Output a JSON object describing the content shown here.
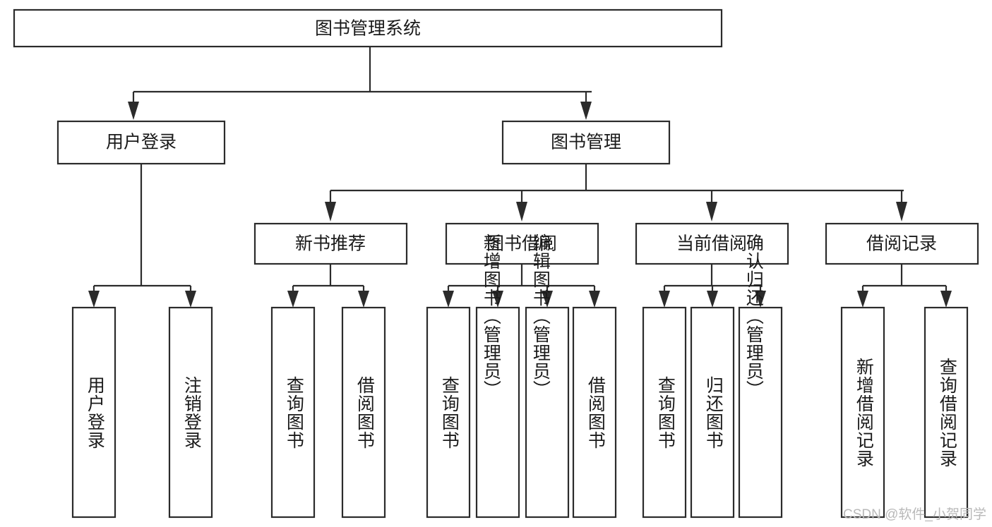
{
  "diagram": {
    "title": "图书管理系统",
    "type": "tree-hierarchy",
    "orientation": "top-down",
    "colors": {
      "box_fill": "#ffffff",
      "box_stroke": "#2b2b2b",
      "text": "#1a1a1a",
      "background": "#ffffff",
      "watermark": "#b9b9b9"
    },
    "root": {
      "label": "图书管理系统"
    },
    "level2": [
      {
        "label": "用户登录"
      },
      {
        "label": "图书管理"
      }
    ],
    "level3": [
      {
        "label": "新书推荐"
      },
      {
        "label": "图书借阅"
      },
      {
        "label": "当前借阅"
      },
      {
        "label": "借阅记录"
      }
    ],
    "leaves": {
      "user_login": [
        {
          "label": "用户登录"
        },
        {
          "label": "注销登录"
        }
      ],
      "new_book_recommend": [
        {
          "label": "查询图书"
        },
        {
          "label": "借阅图书"
        }
      ],
      "book_borrow": [
        {
          "label": "查询图书"
        },
        {
          "label": "新增图书（管理员）"
        },
        {
          "label": "编辑图书（管理员）"
        },
        {
          "label": "借阅图书"
        }
      ],
      "current_borrow": [
        {
          "label": "查询图书"
        },
        {
          "label": "归还图书"
        },
        {
          "label": "确认归还（管理员）"
        }
      ],
      "borrow_record": [
        {
          "label": "新增借阅记录"
        },
        {
          "label": "查询借阅记录"
        }
      ]
    }
  },
  "watermark": {
    "text": "CSDN @软件_小贺同学"
  }
}
